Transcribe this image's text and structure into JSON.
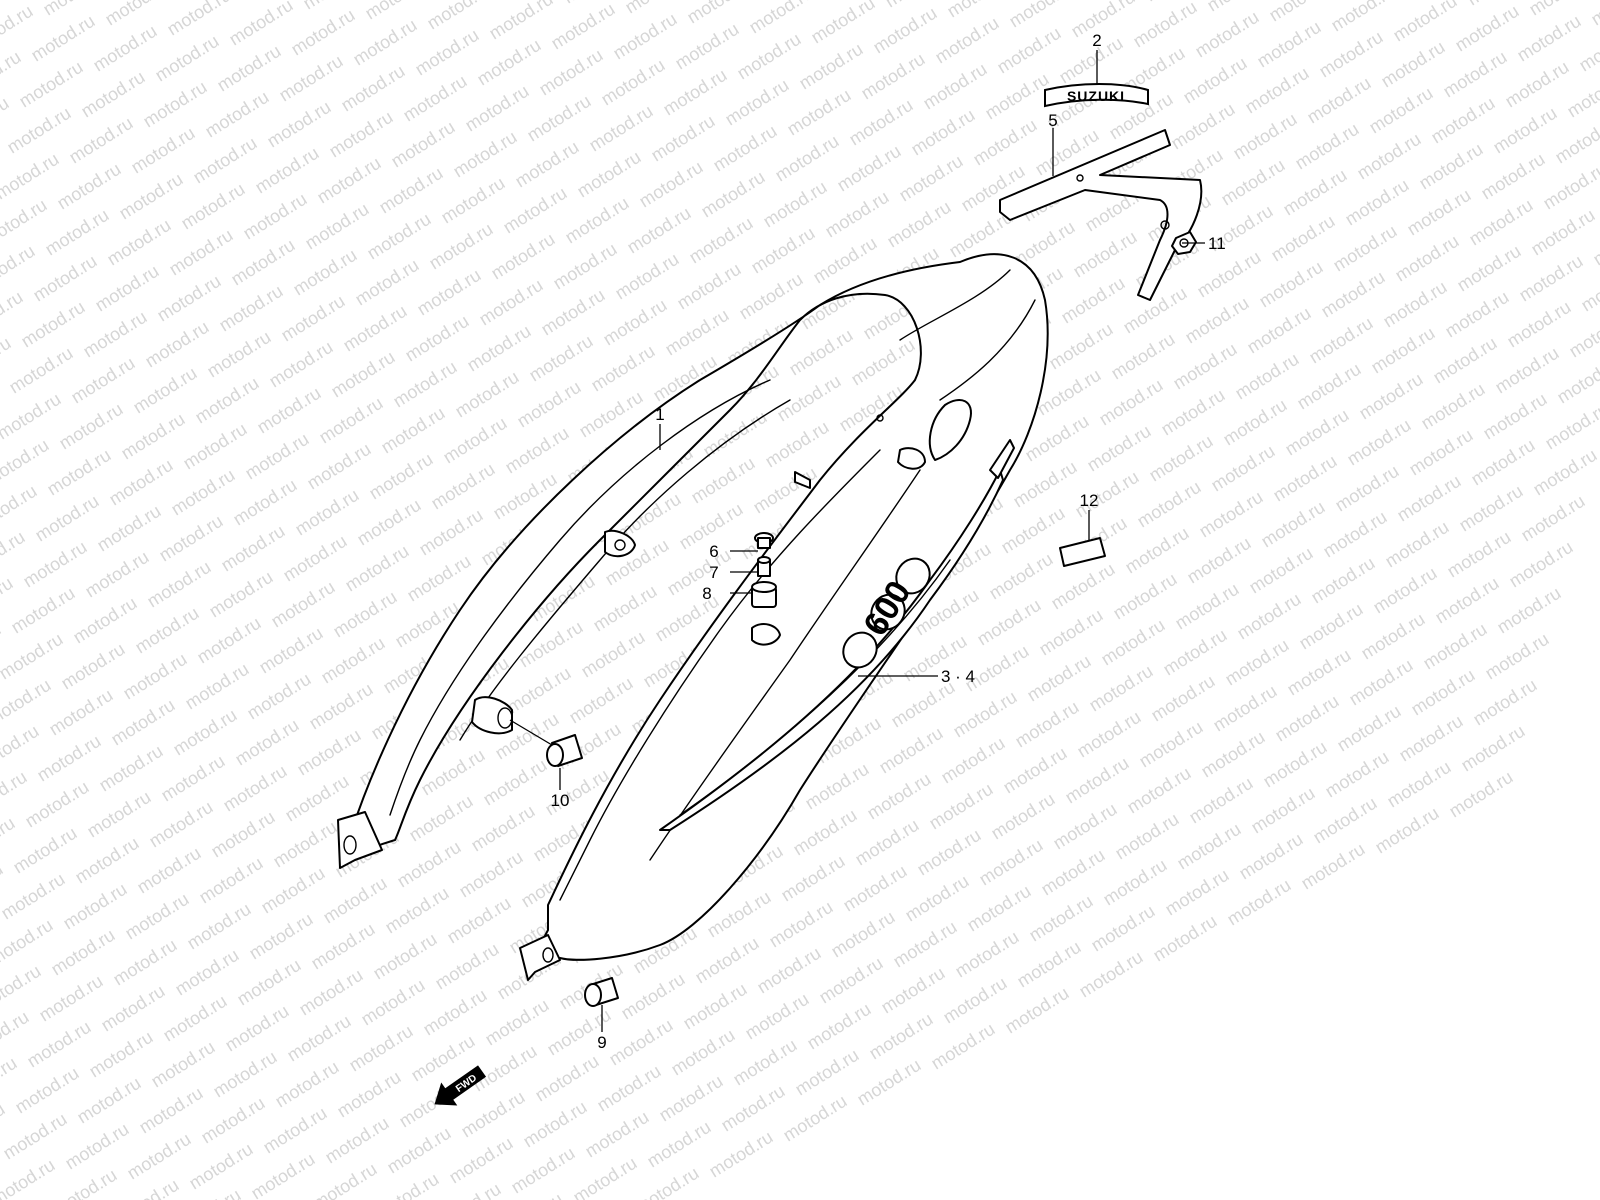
{
  "watermark": {
    "text": "motod.ru"
  },
  "callouts": [
    {
      "id": "1",
      "text": "1"
    },
    {
      "id": "2",
      "text": "2"
    },
    {
      "id": "3-4",
      "text": "3 · 4"
    },
    {
      "id": "5",
      "text": "5"
    },
    {
      "id": "6",
      "text": "6"
    },
    {
      "id": "7",
      "text": "7"
    },
    {
      "id": "8",
      "text": "8"
    },
    {
      "id": "9",
      "text": "9"
    },
    {
      "id": "10",
      "text": "10"
    },
    {
      "id": "11",
      "text": "11"
    },
    {
      "id": "12",
      "text": "12"
    }
  ],
  "emblem": {
    "text": "SUZUKI"
  },
  "cover_badge": {
    "text": "600"
  },
  "direction_arrow": {
    "text": "FWD",
    "icon": "arrow-left-icon"
  }
}
